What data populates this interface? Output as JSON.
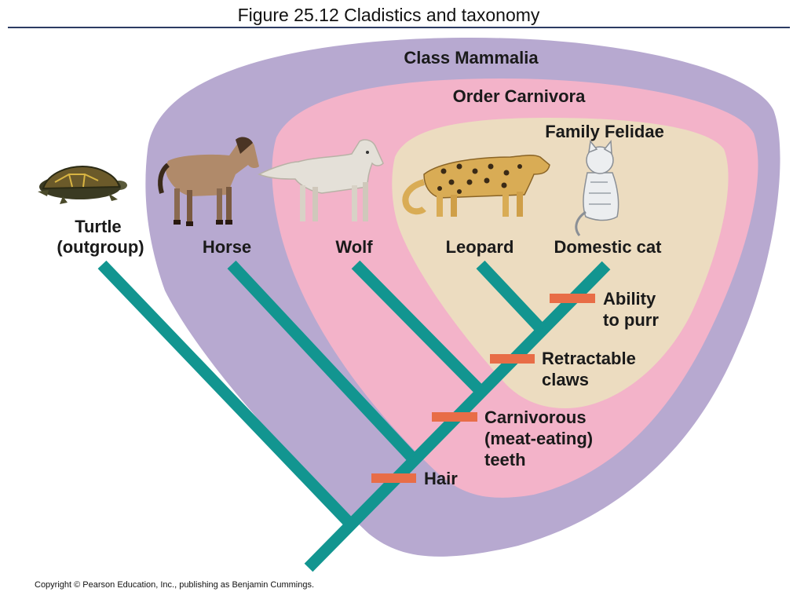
{
  "title": "Figure 25.12  Cladistics and taxonomy",
  "copyright": "Copyright © Pearson Education, Inc., publishing as Benjamin Cummings.",
  "groups": {
    "class": "Class Mammalia",
    "order": "Order Carnivora",
    "family": "Family Felidae"
  },
  "taxa": {
    "turtle": [
      "Turtle",
      "(outgroup)"
    ],
    "horse": "Horse",
    "wolf": "Wolf",
    "leopard": "Leopard",
    "cat": "Domestic cat"
  },
  "traits": {
    "purr": [
      "Ability",
      "to purr"
    ],
    "claws": [
      "Retractable",
      "claws"
    ],
    "teeth": [
      "Carnivorous",
      "(meat-eating)",
      "teeth"
    ],
    "hair": "Hair"
  },
  "colors": {
    "mammalia": "#b7a9d0",
    "carnivora": "#f3b3c9",
    "felidae": "#ecdcc0",
    "branch": "#129590",
    "trait_bar": "#e86d47"
  }
}
